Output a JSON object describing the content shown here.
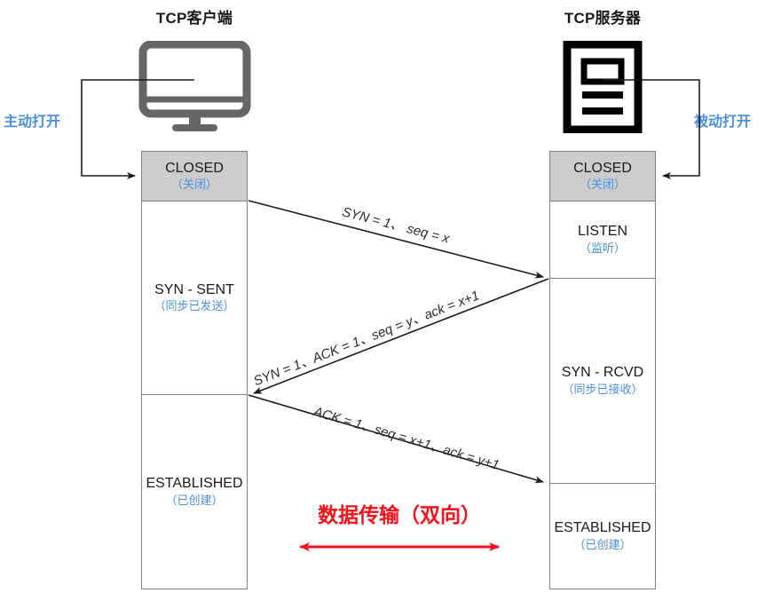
{
  "diagram": {
    "title_client": "TCP客户端",
    "title_server": "TCP服务器",
    "active_open": "主动打开",
    "passive_open": "被动打开",
    "data_transfer": "数据传输（双向）"
  },
  "colors": {
    "state_fill_closed": "#cccccc",
    "state_fill_default": "#ffffff",
    "state_border": "#7f7f7f",
    "chinese_text": "#4a90e2",
    "state_text": "#1a1a1a",
    "data_transfer": "#fa0f1b",
    "icon_client": "#666666",
    "icon_server": "#000000",
    "arrow": "#1a1a1a"
  },
  "client_states": [
    {
      "name": "CLOSED",
      "cn": "（关闭）",
      "filled": true
    },
    {
      "name": "SYN - SENT",
      "cn": "（同步已发送）",
      "filled": false
    },
    {
      "name": "ESTABLISHED",
      "cn": "（已创建）",
      "filled": false
    }
  ],
  "server_states": [
    {
      "name": "CLOSED",
      "cn": "（关闭）",
      "filled": true
    },
    {
      "name": "LISTEN",
      "cn": "（监听）",
      "filled": false
    },
    {
      "name": "SYN - RCVD",
      "cn": "（同步已接收）",
      "filled": false
    },
    {
      "name": "ESTABLISHED",
      "cn": "（已创建）",
      "filled": false
    }
  ],
  "messages": [
    {
      "label": "SYN = 1、 seq = x",
      "direction": "client-to-server"
    },
    {
      "label": "SYN = 1、ACK = 1、seq = y、ack = x+1",
      "direction": "server-to-client"
    },
    {
      "label": "ACK = 1、seq = x+1、ack = y+1",
      "direction": "client-to-server"
    }
  ]
}
